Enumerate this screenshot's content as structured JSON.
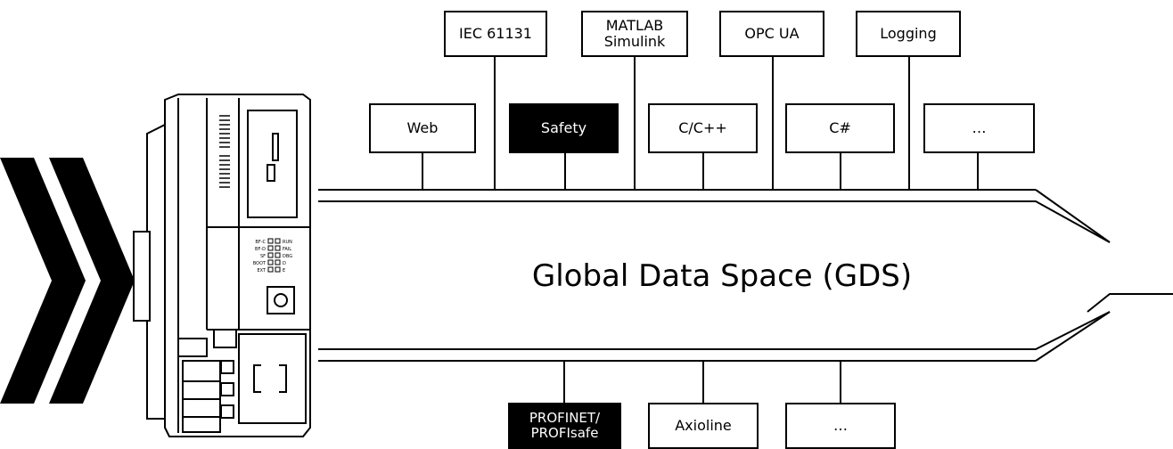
{
  "bus": {
    "title": "Global Data Space (GDS)"
  },
  "top_row": [
    {
      "label": "IEC 61131",
      "dark": false
    },
    {
      "label": "MATLAB\nSimulink",
      "dark": false
    },
    {
      "label": "OPC UA",
      "dark": false
    },
    {
      "label": "Logging",
      "dark": false
    }
  ],
  "mid_row": [
    {
      "label": "Web",
      "dark": false
    },
    {
      "label": "Safety",
      "dark": true
    },
    {
      "label": "C/C++",
      "dark": false
    },
    {
      "label": "C#",
      "dark": false
    },
    {
      "label": "…",
      "dark": false
    }
  ],
  "bottom_row": [
    {
      "label": "PROFINET/\nPROFIsafe",
      "dark": true
    },
    {
      "label": "Axioline",
      "dark": false
    },
    {
      "label": "…",
      "dark": false
    }
  ],
  "controller": {
    "led_left": [
      "BF-C",
      "BF-D",
      "SF",
      "BOOT",
      "EXT"
    ],
    "led_right": [
      "RUN",
      "FAIL",
      "DBG",
      "D",
      "E"
    ]
  }
}
